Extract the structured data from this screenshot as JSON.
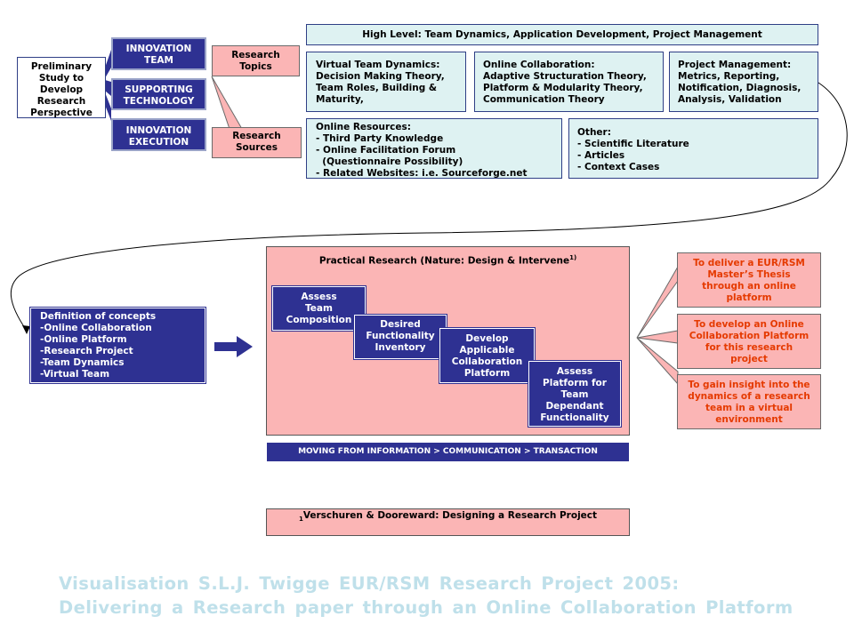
{
  "left": {
    "preliminary": [
      "Preliminary",
      "Study to",
      "Develop",
      "Research",
      "Perspective"
    ],
    "innovation_team": [
      "INNOVATION",
      "TEAM"
    ],
    "supporting_technology": [
      "SUPPORTING",
      "TECHNOLOGY"
    ],
    "innovation_execution": [
      "INNOVATION",
      "EXECUTION"
    ]
  },
  "research": {
    "topics": [
      "Research",
      "Topics"
    ],
    "sources": [
      "Research",
      "Sources"
    ]
  },
  "top": {
    "high_level": "High Level: Team Dynamics, Application Development, Project Management",
    "virtual_team": [
      "Virtual Team Dynamics:",
      "Decision Making Theory,",
      "Team Roles, Building &",
      "Maturity,"
    ],
    "online_collab": [
      "Online Collaboration:",
      "Adaptive Structuration Theory,",
      "Platform & Modularity Theory,",
      "Communication Theory"
    ],
    "project_mgmt": [
      "Project Management:",
      "Metrics, Reporting,",
      "Notification, Diagnosis,",
      "Analysis, Validation"
    ],
    "online_resources": [
      "Online Resources:",
      "- Third Party Knowledge",
      "- Online Facilitation Forum",
      "  (Questionnaire Possibility)",
      "- Related Websites: i.e. Sourceforge.net"
    ],
    "other": [
      "Other:",
      "- Scientific Literature",
      "- Articles",
      "- Context Cases"
    ]
  },
  "definition": [
    "Definition of concepts",
    "-Online Collaboration",
    "-Online Platform",
    "-Research Project",
    "-Team Dynamics",
    "-Virtual Team"
  ],
  "practical": {
    "title": "Practical Research (Nature: Design & Intervene",
    "title_sup": "1)",
    "steps": [
      [
        "Assess",
        "Team",
        "Composition"
      ],
      [
        "Desired",
        "Functionality",
        "Inventory"
      ],
      [
        "Develop",
        "Applicable",
        "Collaboration",
        "Platform"
      ],
      [
        "Assess",
        "Platform for",
        "Team",
        "Dependant",
        "Functionality"
      ]
    ]
  },
  "moving": "MOVING FROM INFORMATION > COMMUNICATION > TRANSACTION",
  "goals": [
    [
      "To deliver a EUR/RSM",
      "Master’s Thesis",
      "through an online",
      "platform"
    ],
    [
      "To develop an Online",
      "Collaboration Platform",
      "for this research",
      "project"
    ],
    [
      "To gain insight into the",
      "dynamics of a research",
      "team in a virtual",
      "environment"
    ]
  ],
  "footnote": {
    "mark": "1",
    "text": "Verschuren & Dooreward: Designing a Research Project"
  },
  "footer": [
    "Visualisation S.L.J. Twigge EUR/RSM Research Project 2005:",
    "Delivering a Research paper through an Online Collaboration Platform"
  ],
  "colors": {
    "navy": "#2e3192",
    "teal_fill": "#def2f2",
    "pink_fill": "#fbb5b5",
    "goal_text": "#e53a00",
    "footer_text": "#bfe0ea"
  }
}
